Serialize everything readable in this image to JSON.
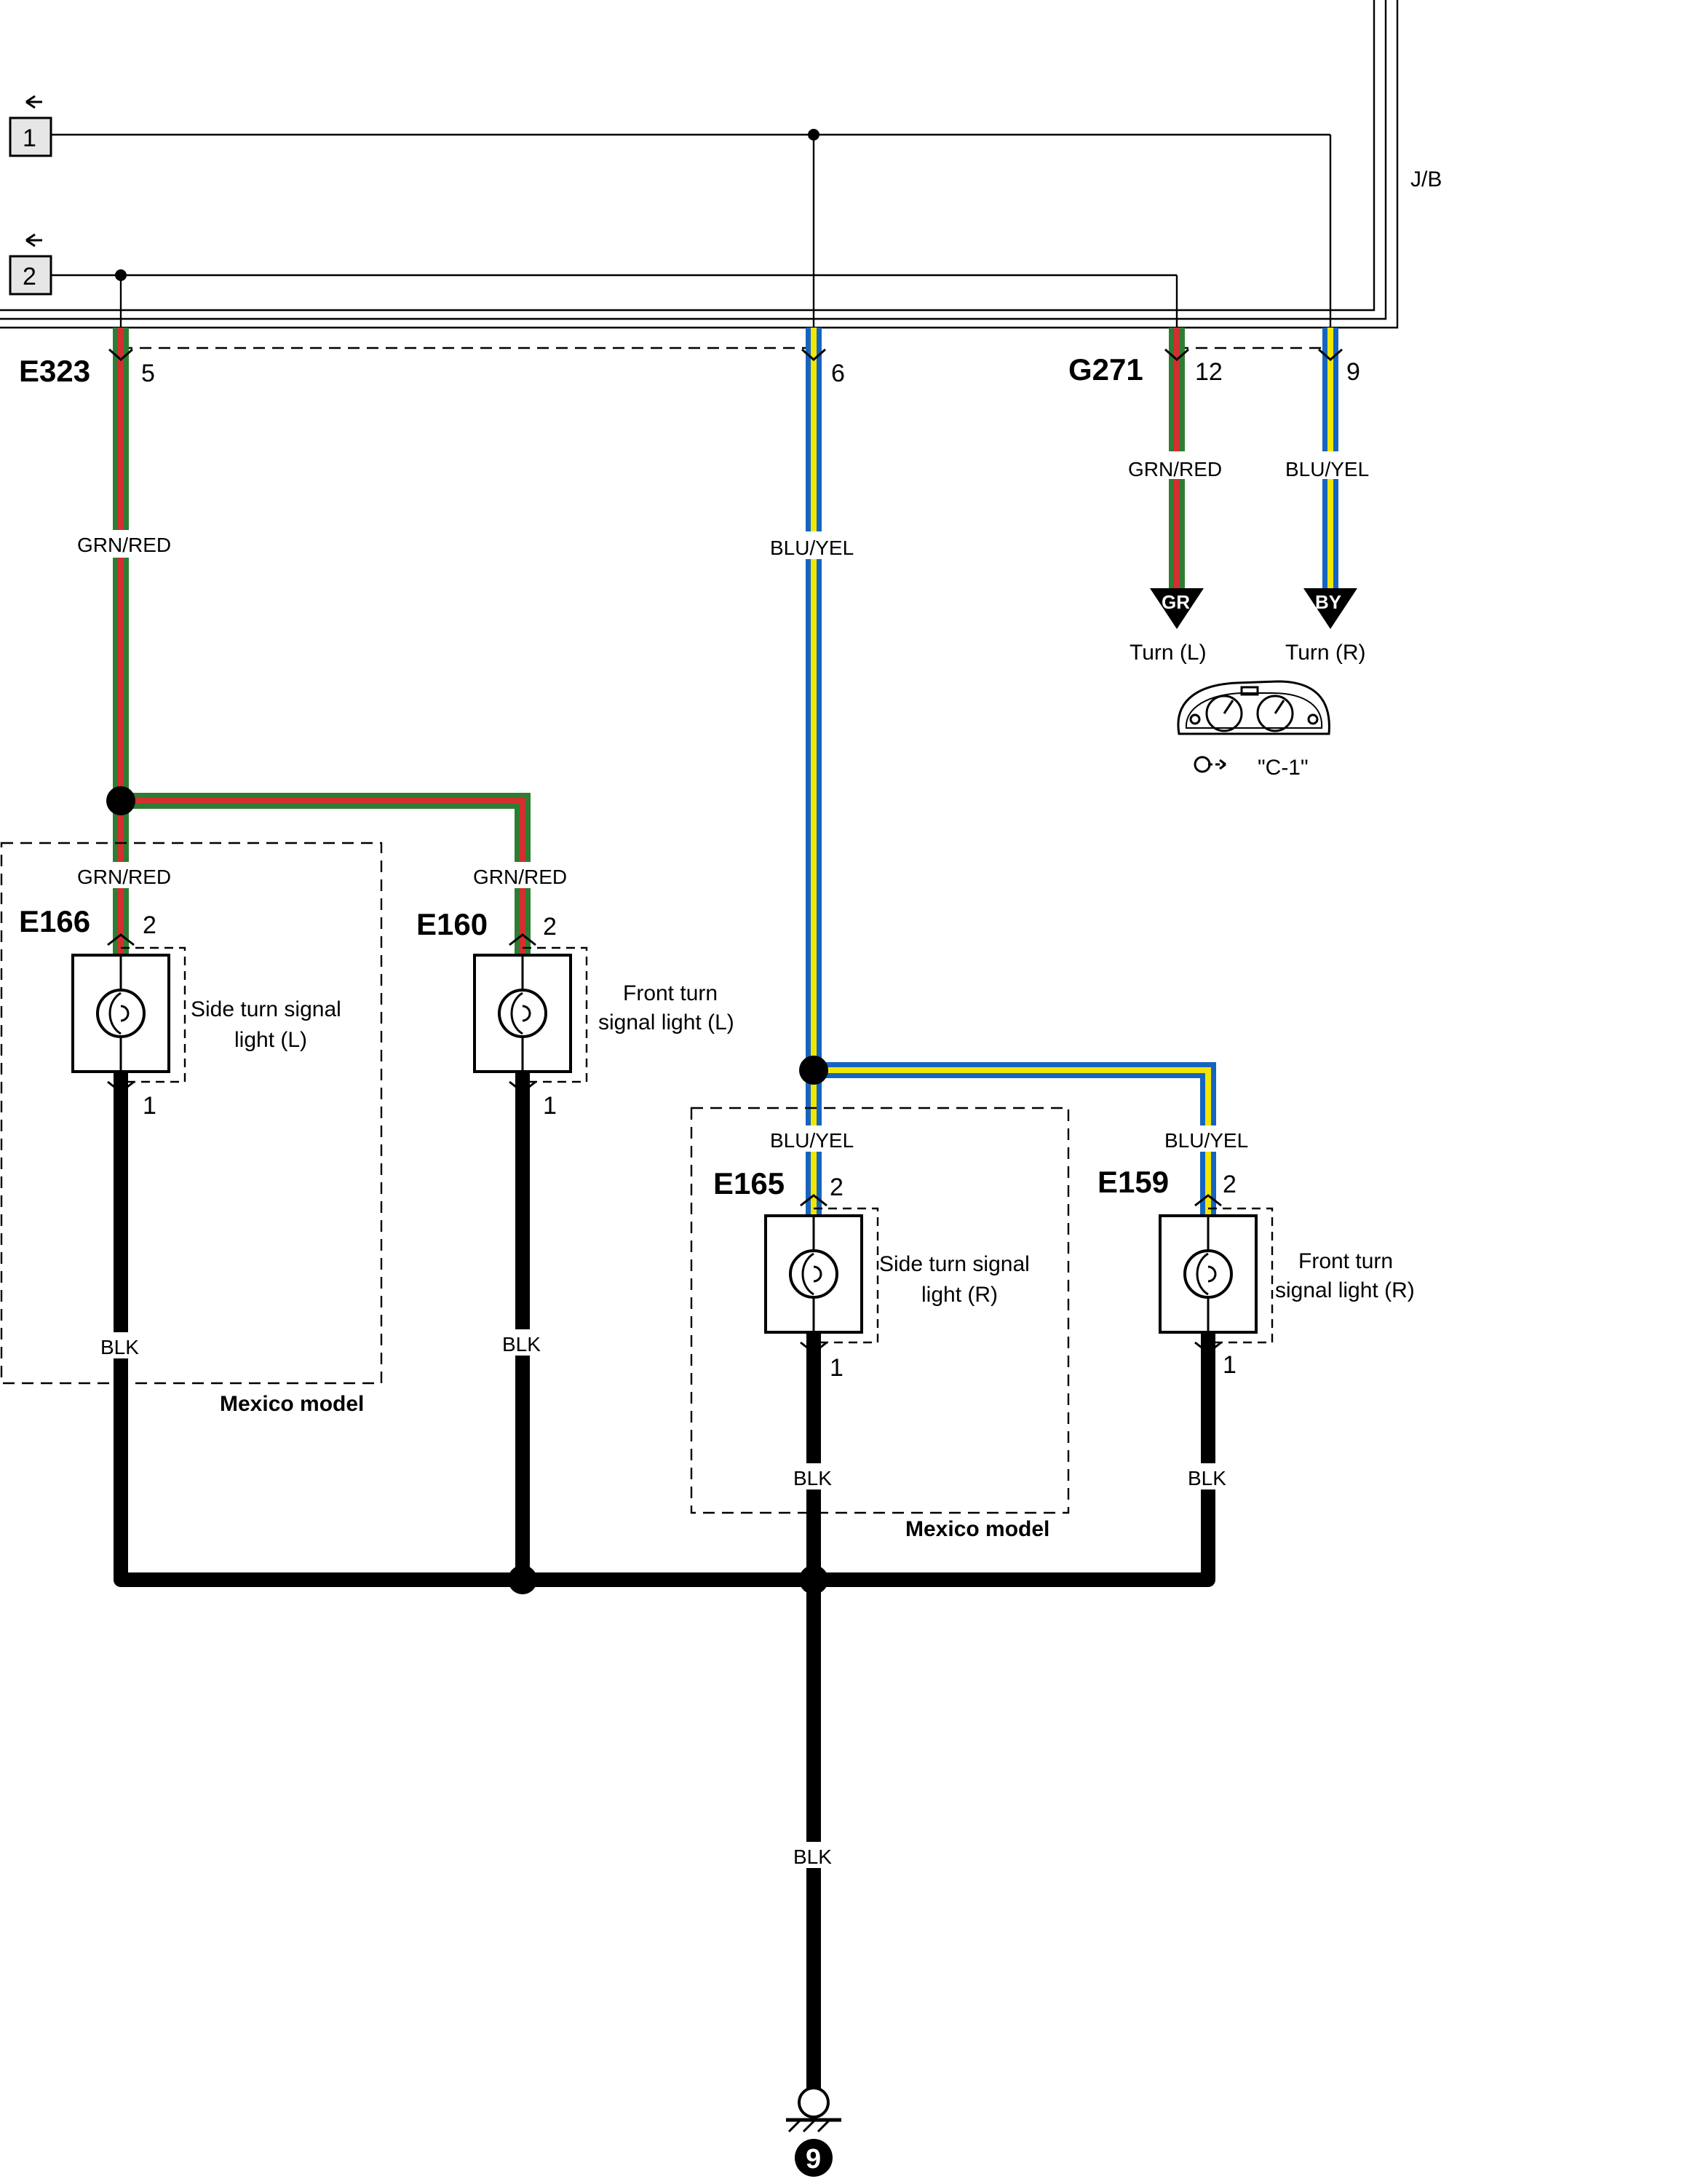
{
  "colors": {
    "grn": "#2e7d32",
    "red": "#d32f2f",
    "blu": "#1565c0",
    "yel": "#f2e600",
    "blk": "#000000"
  },
  "jb_label": "J/B",
  "refs": [
    {
      "label": "1"
    },
    {
      "label": "2"
    }
  ],
  "connectors": {
    "e323": {
      "label": "E323",
      "pin_a": "5",
      "pin_b": "6"
    },
    "g271": {
      "label": "G271",
      "pin_a": "12",
      "pin_b": "9"
    },
    "e166": {
      "label": "E166",
      "pin_top": "2",
      "pin_bottom": "1"
    },
    "e160": {
      "label": "E160",
      "pin_top": "2",
      "pin_bottom": "1"
    },
    "e165": {
      "label": "E165",
      "pin_top": "2",
      "pin_bottom": "1"
    },
    "e159": {
      "label": "E159",
      "pin_top": "2",
      "pin_bottom": "1"
    }
  },
  "wires": {
    "grn_red": "GRN/RED",
    "blu_yel": "BLU/YEL",
    "blk": "BLK"
  },
  "meter": {
    "gr_badge": "GR",
    "by_badge": "BY",
    "turn_l": "Turn (L)",
    "turn_r": "Turn (R)",
    "ref": "\"C-1\""
  },
  "lights": {
    "side_l": [
      "Side turn signal",
      "light (L)"
    ],
    "front_l": [
      "Front turn",
      "signal light (L)"
    ],
    "side_r": [
      "Side turn signal",
      "light (R)"
    ],
    "front_r": [
      "Front turn",
      "signal light (R)"
    ]
  },
  "mexico_model": "Mexico model",
  "ground_label": "9"
}
